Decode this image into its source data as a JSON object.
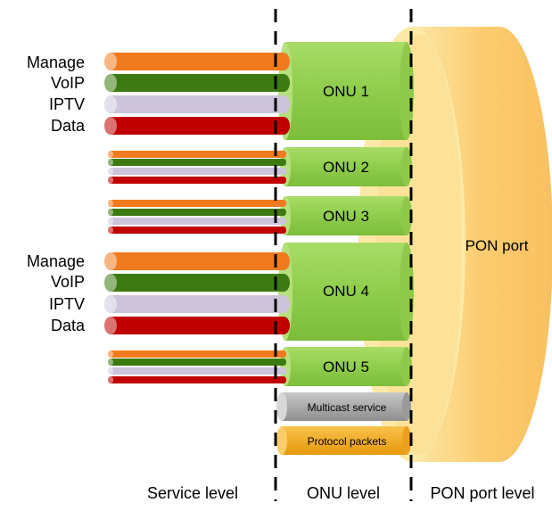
{
  "colors": {
    "manage": "#f07b1e",
    "voip": "#3d7a12",
    "iptv": "#cdc4dc",
    "data": "#c00000",
    "onu": "#92d050",
    "onu_dark": "#6fae2f",
    "pon": "#fcc86a",
    "pon_light": "#fde9a6",
    "multicast": "#a6a6a6",
    "protocol": "#f3a818"
  },
  "service_labels_1": [
    "Manage",
    "VoIP",
    "IPTV",
    "Data"
  ],
  "service_labels_2": [
    "Manage",
    "VoIP",
    "IPTV",
    "Data"
  ],
  "onus": [
    "ONU 1",
    "ONU 2",
    "ONU 3",
    "ONU 4",
    "ONU 5"
  ],
  "multicast": "Multicast service",
  "protocol": "Protocol packets",
  "pon_port": "PON port",
  "levels": {
    "service": "Service level",
    "onu": "ONU level",
    "pon": "PON port level"
  }
}
